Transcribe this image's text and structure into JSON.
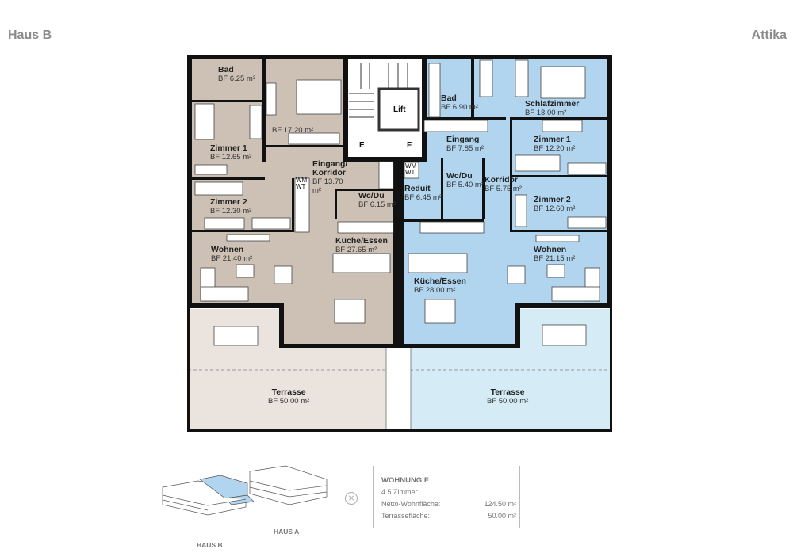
{
  "header": {
    "left": "Haus B",
    "right": "Attika"
  },
  "rooms_left": [
    {
      "name": "Bad",
      "area": "BF 6.25 m²"
    },
    {
      "name": "",
      "area": "BF 17.20 m²"
    },
    {
      "name": "Zimmer 1",
      "area": "BF 12.65 m²"
    },
    {
      "name": "Eingang/ Korridor",
      "area": "BF 13.70 m²"
    },
    {
      "name": "Zimmer 2",
      "area": "BF 12.30 m²"
    },
    {
      "name": "Wc/Du",
      "area": "BF 6.15 m²"
    },
    {
      "name": "Wohnen",
      "area": "BF 21.40 m²"
    },
    {
      "name": "Küche/Essen",
      "area": "BF 27.65 m²"
    },
    {
      "name": "Terrasse",
      "area": "BF 50.00 m²"
    }
  ],
  "rooms_right": [
    {
      "name": "Bad",
      "area": "BF 6.90 m²"
    },
    {
      "name": "Schlafzimmer",
      "area": "BF 18.00 m²"
    },
    {
      "name": "Eingang",
      "area": "BF 7.85 m²"
    },
    {
      "name": "Zimmer 1",
      "area": "BF 12.20 m²"
    },
    {
      "name": "Wc/Du",
      "area": "BF 5.40 m²"
    },
    {
      "name": "Korridor",
      "area": "BF 5.75 m²"
    },
    {
      "name": "Reduit",
      "area": "BF 6.45 m²"
    },
    {
      "name": "Zimmer 2",
      "area": "BF 12.60 m²"
    },
    {
      "name": "Wohnen",
      "area": "BF 21.15 m²"
    },
    {
      "name": "Küche/Essen",
      "area": "BF 28.00 m²"
    },
    {
      "name": "Terrasse",
      "area": "BF 50.00 m²"
    }
  ],
  "core": {
    "lift": "Lift",
    "entry_e": "E",
    "entry_f": "F",
    "wm": "WM",
    "wt": "WT"
  },
  "key_plan": {
    "haus_a": "HAUS A",
    "haus_b": "HAUS B"
  },
  "info": {
    "title": "WOHNUNG F",
    "rooms": "4.5 Zimmer",
    "net_label": "Netto-Wohnfläche:",
    "net_value": "124.50 m²",
    "terrace_label": "Terrassefläche:",
    "terrace_value": "50.00 m²"
  },
  "colors": {
    "unit_left": "#cdc1b6",
    "unit_right": "#b1d5ee",
    "terrace_left": "#ebe3dd",
    "terrace_right": "#d5ecf6"
  }
}
